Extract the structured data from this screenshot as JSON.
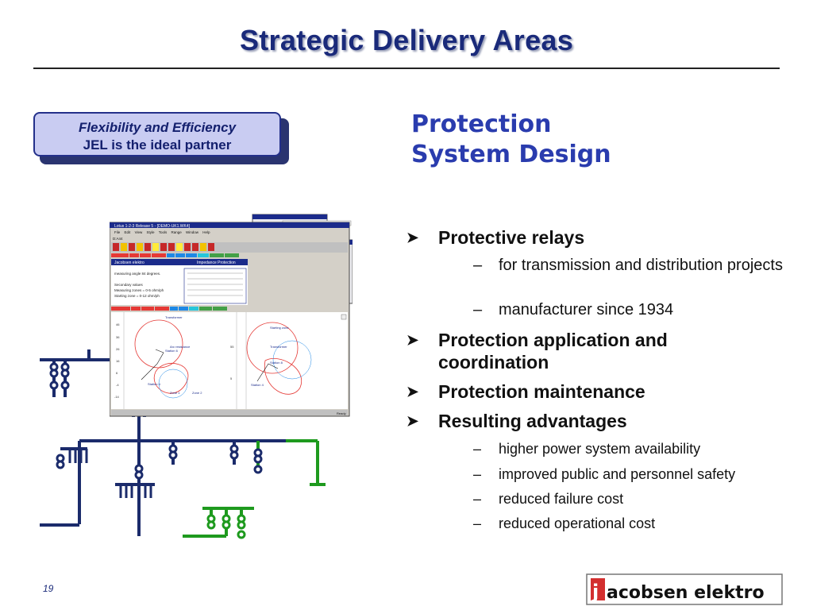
{
  "title": "Strategic Delivery Areas",
  "badge": {
    "line1": "Flexibility and Efficiency",
    "line2": "JEL is the ideal partner"
  },
  "heading": {
    "line1": "Protection",
    "line2": "System Design"
  },
  "bullets": [
    {
      "label": "Protective relays"
    },
    {
      "label": "Protection application and coordination"
    },
    {
      "label": "Protection maintenance"
    },
    {
      "label": "Resulting advantages"
    }
  ],
  "subitems_relays": [
    "for transmission and distribution projects",
    "manufacturer since 1934"
  ],
  "subitems_advantages": [
    "higher power system availability",
    "improved public and personnel safety",
    "reduced failure cost",
    "reduced operational cost"
  ],
  "page_number": "19",
  "logo": {
    "text": "jacobsen elektro",
    "icon": "jel-logo-icon"
  },
  "screenshot": {
    "window_title": "Lotus 1-2-3 Release 5 - [DEMO-UK1.WK4]",
    "menu": [
      "File",
      "Edit",
      "View",
      "Style",
      "Tools",
      "Range",
      "Window",
      "Help"
    ],
    "cell_ref": "D:A44",
    "company": "Jacobsen elektro",
    "panel_title": "Impedance Protection",
    "measuring_angle": "measuring angle 84 degrees.",
    "secondary_values": "Secondary values",
    "measuring_zones": "Measuring zones = 0-5 ohm/ph",
    "starting_zone": "Starting zone = 0-12 ohm/ph",
    "plot_labels": [
      "Transformer",
      "Arc resistance",
      "Station 6",
      "Station 4",
      "Zone 1",
      "Zone 2",
      "Starting zone",
      "Transformer",
      "Station 8",
      "Station 4"
    ],
    "status_ready": "Ready"
  },
  "colors": {
    "navy": "#1a2a7a",
    "heading_blue": "#2a3cae",
    "busbar_navy": "#1b2b6b",
    "line_green": "#1e9a1e",
    "badge_fill": "#c9ccf2"
  }
}
